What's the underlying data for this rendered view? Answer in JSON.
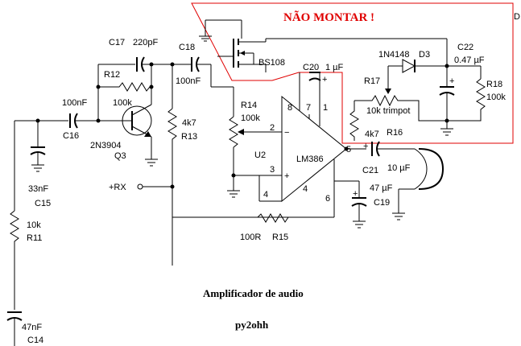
{
  "title": "Amplificador de audio",
  "author": "py2ohh",
  "warning": "NÃO MONTAR !",
  "colors": {
    "warning": "#e00000",
    "wire": "#000000",
    "background": "#ffffff"
  },
  "labels": {
    "c17": "C17",
    "c17_val": "220pF",
    "c18": "C18",
    "c18_val": "100nF",
    "r12": "R12",
    "r12_val": "100k",
    "c16_val": "100nF",
    "c16": "C16",
    "q3_type": "2N3904",
    "q3": "Q3",
    "r13_val": "4k7",
    "r13": "R13",
    "c15_val": "33nF",
    "c15": "C15",
    "r11_val": "10k",
    "r11": "R11",
    "c14_val": "47nF",
    "c14": "C14",
    "rx": "+RX",
    "r14": "R14",
    "r14_val": "100k",
    "c20": "C20",
    "c20_val": "1 µF",
    "u2": "U2",
    "u2_type": "LM386",
    "bs108": "BS108",
    "d3_type": "1N4148",
    "d3": "D3",
    "c22": "C22",
    "c22_val": "0.47 µF",
    "r17": "R17",
    "r17_val": "10k trimpot",
    "r16_val": "4k7",
    "r16": "R16",
    "r18": "R18",
    "r18_val": "100k",
    "c21": "C21",
    "c21_val": "10 µF",
    "c19_val": "47 µF",
    "c19": "C19",
    "r15_val": "100R",
    "r15": "R15",
    "pin8": "8",
    "pin7": "7",
    "pin1": "1",
    "pin2": "2",
    "pin3": "3",
    "pin4": "4",
    "pin5": "5",
    "pin6": "6",
    "plus1": "+",
    "plus2": "+",
    "plus3": "+",
    "plus4": "+",
    "minus": "−",
    "plus_in": "+",
    "corner": "D"
  }
}
